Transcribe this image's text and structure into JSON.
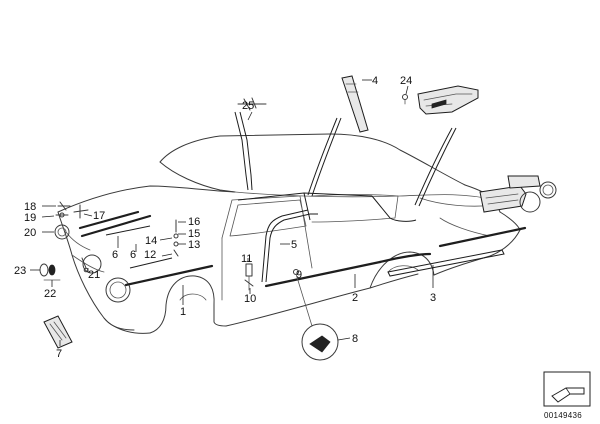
{
  "labels": {
    "l1": "1",
    "l2": "2",
    "l3": "3",
    "l4": "4",
    "l5": "5",
    "l6a": "6",
    "l6b": "6",
    "l7": "7",
    "l8": "8",
    "l9": "9",
    "l10": "10",
    "l11": "11",
    "l12": "12",
    "l13": "13",
    "l14": "14",
    "l15": "15",
    "l16": "16",
    "l17": "17",
    "l18": "18",
    "l19": "19",
    "l20": "20",
    "l21": "21",
    "l22": "22",
    "l23": "23",
    "l24": "24",
    "l25": "25"
  },
  "reference_code": "00149436",
  "colors": {
    "line": "#3a3a3a",
    "trim": "#1e1e1e",
    "background": "#ffffff"
  },
  "icons": {
    "corner_symbol": "trim-profile-icon"
  }
}
